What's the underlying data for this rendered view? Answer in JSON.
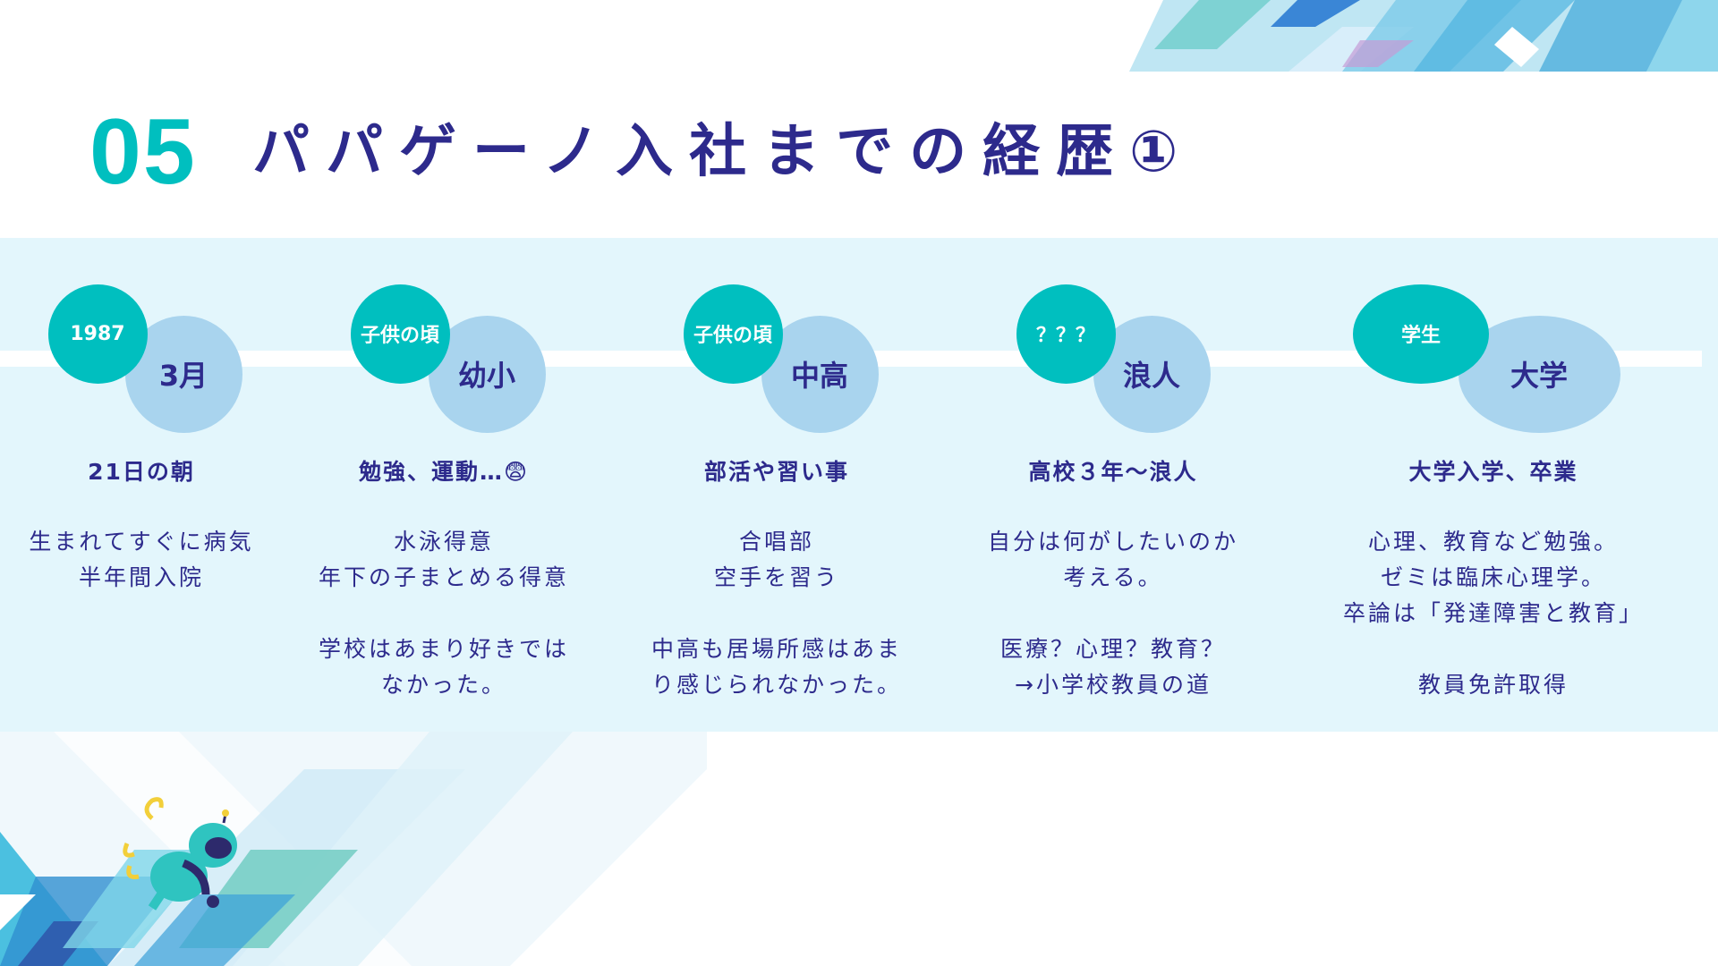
{
  "title": {
    "number": "05",
    "text": "パパゲーノ入社までの経歴①"
  },
  "colors": {
    "teal": "#00bfbf",
    "light_blue": "#a9d4ee",
    "navy": "#2d2a8c",
    "band": "#e3f6fc"
  },
  "timeline": [
    {
      "badge": "1987",
      "period": "3月",
      "heading": "21日の朝",
      "lines": [
        "生まれてすぐに病気",
        "半年間入院"
      ]
    },
    {
      "badge": "子供の頃",
      "period": "幼小",
      "heading": "勉強、運動…😨",
      "lines": [
        "水泳得意",
        "年下の子まとめる得意",
        "",
        "学校はあまり好きでは",
        "なかった。"
      ]
    },
    {
      "badge": "子供の頃",
      "period": "中高",
      "heading": "部活や習い事",
      "lines": [
        "合唱部",
        "空手を習う",
        "",
        "中高も居場所感はあま",
        "り感じられなかった。"
      ]
    },
    {
      "badge": "？？？",
      "period": "浪人",
      "heading": "高校３年〜浪人",
      "lines": [
        "自分は何がしたいのか",
        "考える。",
        "",
        "医療？心理？教育？",
        "→小学校教員の道"
      ]
    },
    {
      "badge": "学生",
      "period": "大学",
      "heading": "大学入学、卒業",
      "lines": [
        "心理、教育など勉強。",
        "ゼミは臨床心理学。",
        "卒論は「発達障害と教育」",
        "",
        "教員免許取得"
      ]
    }
  ]
}
